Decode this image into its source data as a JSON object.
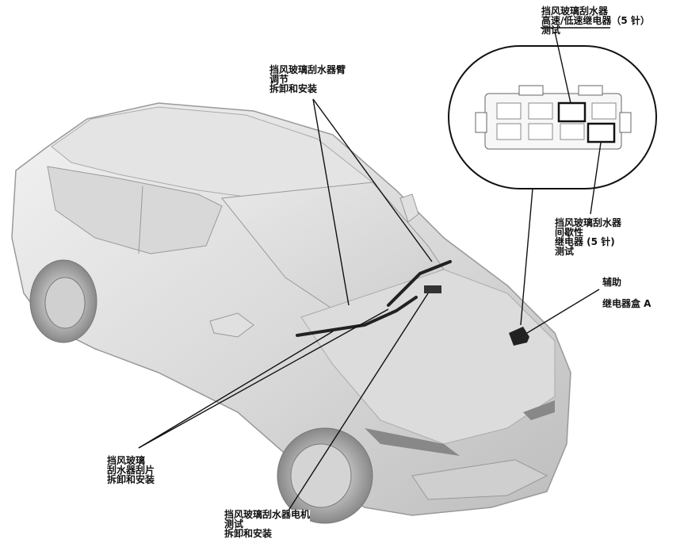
{
  "labels": {
    "relay_hi_lo": [
      "挡风玻璃刮水器",
      "高速/低速继电器（5 针）",
      "测试"
    ],
    "wiper_arm": [
      "挡风玻璃刮水器臂",
      "调节",
      "拆卸和安装"
    ],
    "intermittent_relay": [
      "挡风玻璃刮水器",
      "间歇性",
      "继电器 (5 针)",
      "测试"
    ],
    "aux_relay_box": [
      "辅助",
      "继电器盒 A"
    ],
    "wiper_blade": [
      "挡风玻璃",
      "刮水器刮片",
      "拆卸和安装"
    ],
    "wiper_motor": [
      "挡风玻璃刮水器电机",
      "测试",
      "拆卸和安装"
    ]
  }
}
